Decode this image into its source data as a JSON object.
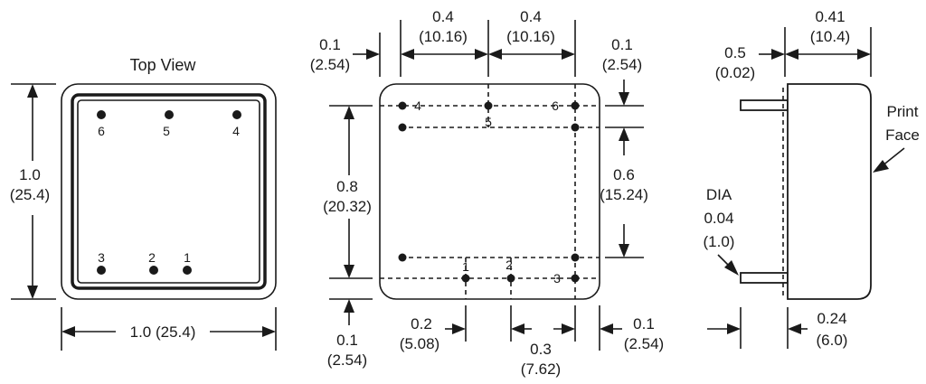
{
  "top_view": {
    "title": "Top View",
    "pins": [
      "6",
      "5",
      "4",
      "3",
      "2",
      "1"
    ],
    "height_dim": [
      "1.0",
      "(25.4)"
    ],
    "width_dim": "1.0 (25.4)"
  },
  "bottom_view": {
    "pins": [
      "4",
      "5",
      "6",
      "1",
      "2",
      "3"
    ],
    "dim_top_left": [
      "0.4",
      "(10.16)"
    ],
    "dim_top_right": [
      "0.4",
      "(10.16)"
    ],
    "dim_left_offset": [
      "0.1",
      "(2.54)"
    ],
    "dim_right_offset": [
      "0.1",
      "(2.54)"
    ],
    "dim_height": [
      "0.8",
      "(20.32)"
    ],
    "dim_inner_height": [
      "0.6",
      "(15.24)"
    ],
    "dim_bottom_left_offset": [
      "0.1",
      "(2.54)"
    ],
    "dim_pin_spacing": [
      "0.2",
      "(5.08)"
    ],
    "dim_pin_span": [
      "0.3",
      "(7.62)"
    ],
    "dim_bottom_right_offset": [
      "0.1",
      "(2.54)"
    ]
  },
  "side_view": {
    "dim_pin_length": [
      "0.5",
      "(0.02)"
    ],
    "dim_depth": [
      "0.41",
      "(10.4)"
    ],
    "print_face": [
      "Print",
      "Face"
    ],
    "pin_dia": [
      "DIA",
      "0.04",
      "(1.0)"
    ],
    "dim_body": [
      "0.24",
      "(6.0)"
    ]
  }
}
